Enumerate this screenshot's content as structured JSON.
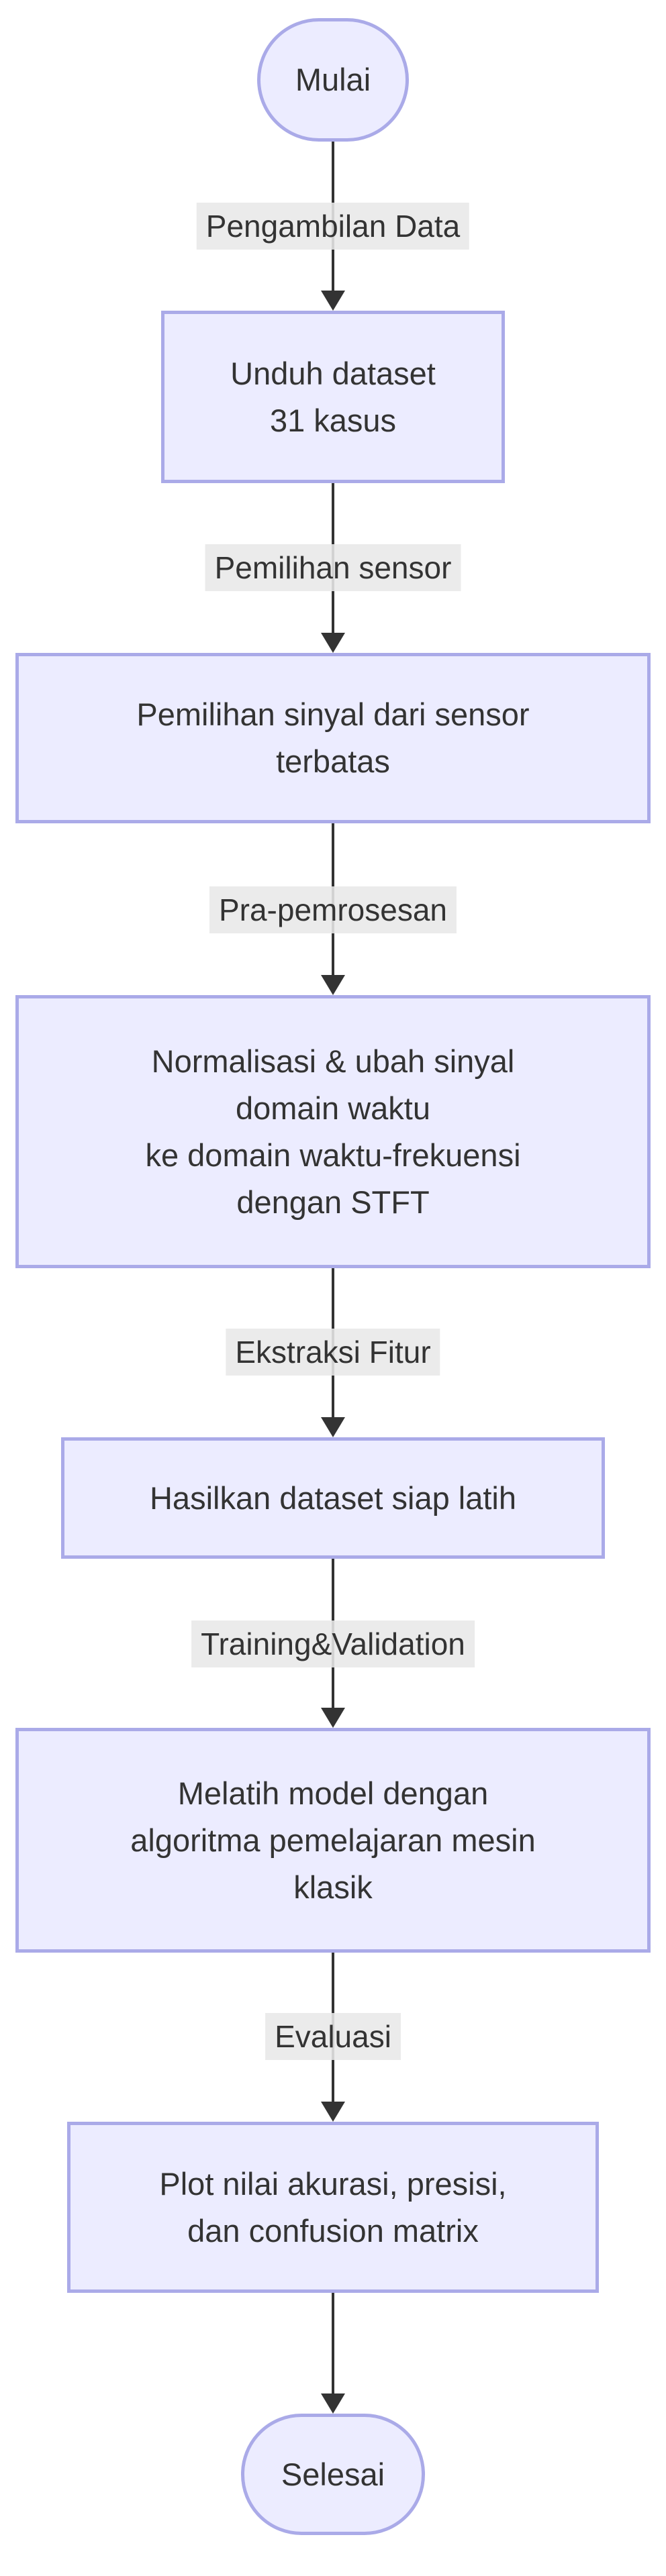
{
  "diagram": {
    "type": "flowchart",
    "direction": "top-down",
    "colors": {
      "node_fill": "#ECECFF",
      "node_border": "#AAAAE8",
      "edge_line": "#333333",
      "arrowhead": "#333333",
      "edge_label_bg": "#E8E8E8",
      "text": "#333333",
      "background": "#FFFFFF"
    },
    "nodes": [
      {
        "id": "start",
        "shape": "stadium",
        "label": "Mulai"
      },
      {
        "id": "unduh-dataset",
        "shape": "rect",
        "lines": [
          "Unduh dataset",
          "31 kasus"
        ]
      },
      {
        "id": "pemilihan-sinyal",
        "shape": "rect",
        "lines": [
          "Pemilihan sinyal dari sensor",
          "terbatas"
        ]
      },
      {
        "id": "normalisasi-stft",
        "shape": "rect",
        "lines": [
          "Normalisasi & ubah sinyal",
          "domain waktu",
          "ke domain waktu-frekuensi",
          "dengan STFT"
        ]
      },
      {
        "id": "dataset-siap-latih",
        "shape": "rect",
        "lines": [
          "Hasilkan dataset siap latih"
        ]
      },
      {
        "id": "melatih-model",
        "shape": "rect",
        "lines": [
          "Melatih model dengan",
          "algoritma pemelajaran mesin",
          "klasik"
        ]
      },
      {
        "id": "plot-hasil",
        "shape": "rect",
        "lines": [
          "Plot nilai akurasi, presisi,",
          "dan confusion matrix"
        ]
      },
      {
        "id": "end",
        "shape": "stadium",
        "label": "Selesai"
      }
    ],
    "edges": [
      {
        "from": "start",
        "to": "unduh-dataset",
        "label": "Pengambilan Data"
      },
      {
        "from": "unduh-dataset",
        "to": "pemilihan-sinyal",
        "label": "Pemilihan sensor"
      },
      {
        "from": "pemilihan-sinyal",
        "to": "normalisasi-stft",
        "label": "Pra-pemrosesan"
      },
      {
        "from": "normalisasi-stft",
        "to": "dataset-siap-latih",
        "label": "Ekstraksi Fitur"
      },
      {
        "from": "dataset-siap-latih",
        "to": "melatih-model",
        "label": "Training&Validation"
      },
      {
        "from": "melatih-model",
        "to": "plot-hasil",
        "label": "Evaluasi"
      },
      {
        "from": "plot-hasil",
        "to": "end",
        "label": ""
      }
    ]
  }
}
